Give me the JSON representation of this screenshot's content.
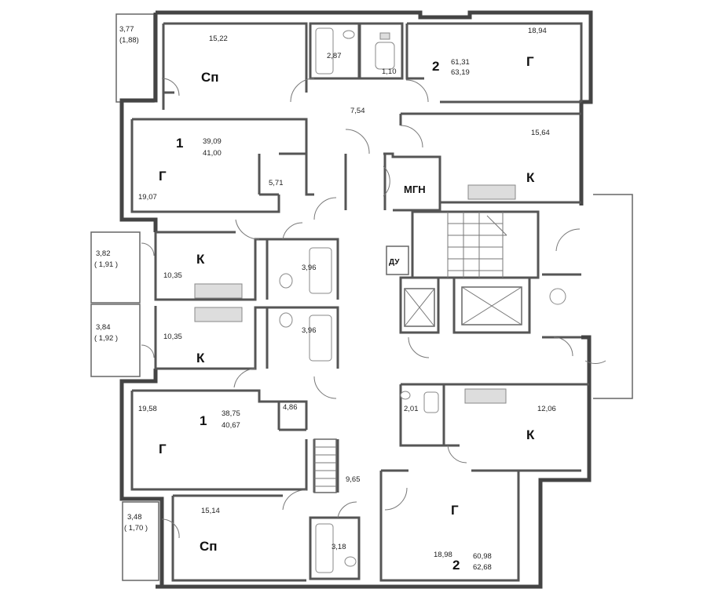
{
  "rooms": [
    {
      "id": "r-sp-top",
      "type": "Сп",
      "area": "15,22"
    },
    {
      "id": "r-bath-top",
      "area": "2,87"
    },
    {
      "id": "r-wc-top",
      "area": "1,10"
    },
    {
      "id": "r-hall-top",
      "area": "7,54"
    },
    {
      "id": "r-g-tr",
      "type": "Г",
      "area": "18,94"
    },
    {
      "id": "r-k-tr",
      "type": "К",
      "area": "15,64"
    },
    {
      "id": "r-g-a1",
      "type": "Г",
      "area": "19,07"
    },
    {
      "id": "r-hall-a1",
      "area": "5,71"
    },
    {
      "id": "r-k-a1",
      "type": "К",
      "area": "10,35"
    },
    {
      "id": "r-bath-a1",
      "area": "3,96"
    },
    {
      "id": "r-k-a2",
      "type": "К",
      "area": "10,35"
    },
    {
      "id": "r-bath-a2",
      "area": "3,96"
    },
    {
      "id": "r-g-a3",
      "type": "Г",
      "area": "19,58"
    },
    {
      "id": "r-hall-a3",
      "area": "4,86"
    },
    {
      "id": "r-wc-br",
      "area": "2,01"
    },
    {
      "id": "r-k-br",
      "type": "К",
      "area": "12,06"
    },
    {
      "id": "r-hall-bot",
      "area": "9,65"
    },
    {
      "id": "r-sp-bot",
      "type": "Сп",
      "area": "15,14"
    },
    {
      "id": "r-bath-bot",
      "area": "3,18"
    },
    {
      "id": "r-g-br",
      "type": "Г",
      "area": "18,98"
    }
  ],
  "apartments": [
    {
      "id": "apt-tr",
      "number": "2",
      "living": "61,31",
      "total": "63,19"
    },
    {
      "id": "apt-1a",
      "number": "1",
      "living": "39,09",
      "total": "41,00"
    },
    {
      "id": "apt-1b",
      "number": "1",
      "living": "38,75",
      "total": "40,67"
    },
    {
      "id": "apt-br",
      "number": "2",
      "living": "60,98",
      "total": "62,68"
    }
  ],
  "balconies": [
    {
      "id": "b-top",
      "area": "3,77",
      "reduced": "(1,88)"
    },
    {
      "id": "b-l1",
      "area": "3,82",
      "reduced": "( 1,91 )"
    },
    {
      "id": "b-l2",
      "area": "3,84",
      "reduced": "( 1,92 )"
    },
    {
      "id": "b-bot",
      "area": "3,48",
      "reduced": "( 1,70 )"
    }
  ],
  "labels": {
    "mgn": "МГН",
    "du": "ДУ"
  }
}
